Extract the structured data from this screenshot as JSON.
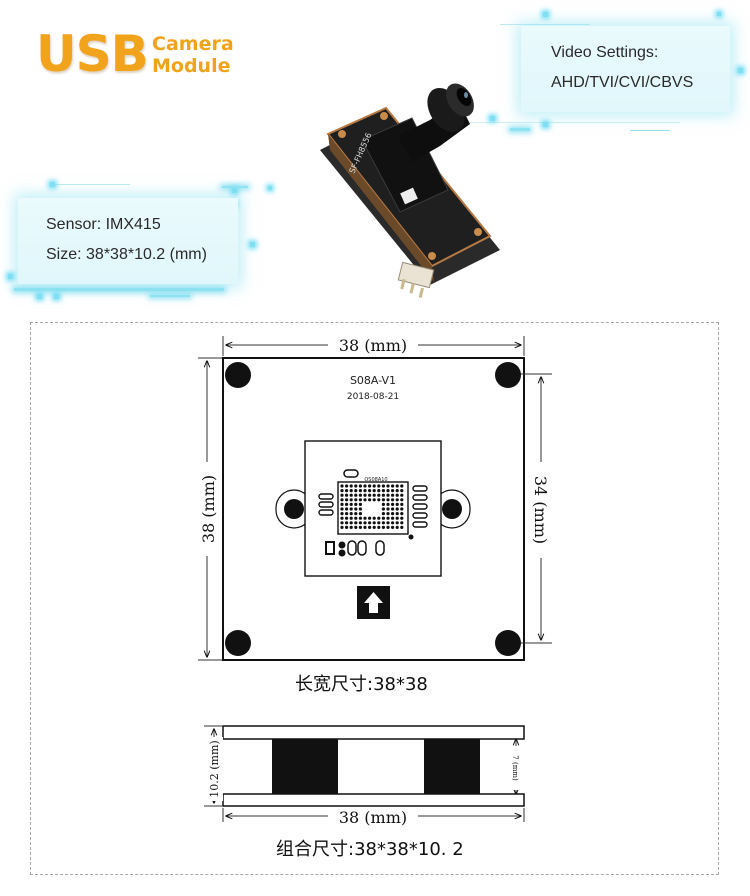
{
  "header": {
    "brand": "USB",
    "brand_sub_1": "Camera",
    "brand_sub_2": "Module"
  },
  "video_panel": {
    "line1": "Video Settings:",
    "line2": "AHD/TVI/CVI/CBVS"
  },
  "sensor_panel": {
    "line1": "Sensor: IMX415",
    "line2": "Size: 38*38*10.2 (mm)"
  },
  "product_photo": {
    "board_text": "SF-FH8556"
  },
  "drawing": {
    "top_view": {
      "width_label": "38 (mm)",
      "height_label": "38 (mm)",
      "hole_span_label": "34 (mm)",
      "board_model": "S08A-V1",
      "board_date": "2018-08-21",
      "chip_text": "OS08A10",
      "caption": "长宽尺寸:38*38"
    },
    "side_view": {
      "height_label": "10.2 (mm)",
      "gap_label": "7 (mm)",
      "width_label": "38 (mm)",
      "caption": "组合尺寸:38*38*10. 2"
    }
  },
  "colors": {
    "brand": "#f2a31c",
    "panel_bg": "#e3f8fc",
    "glow": "#8fe3f2"
  }
}
